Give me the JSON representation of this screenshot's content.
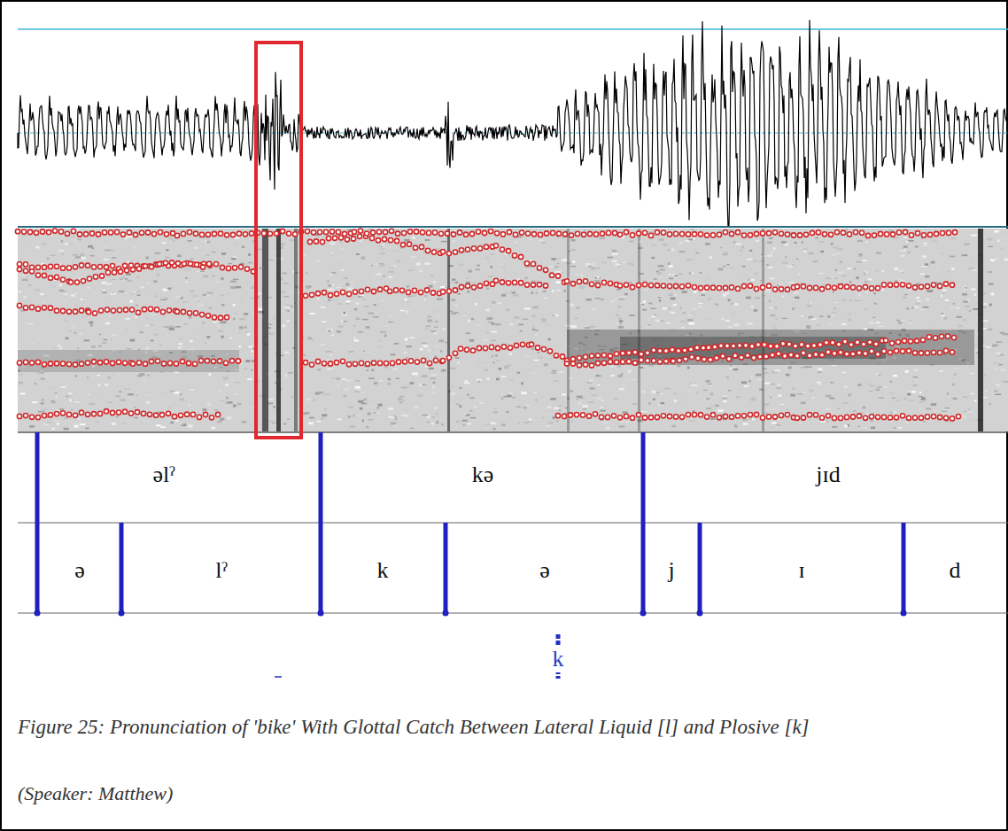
{
  "diagram": {
    "caption": "Figure 25: Pronunciation of 'bike' With Glottal Catch Between Lateral Liquid [l] and Plosive [k]",
    "labels": [
      "əlˀ",
      "kə",
      "jɪd",
      "ə",
      "lˀ",
      "k",
      "ə",
      "j",
      "ɪ",
      "d",
      "k",
      "(Speaker: Matthew)"
    ]
  }
}
